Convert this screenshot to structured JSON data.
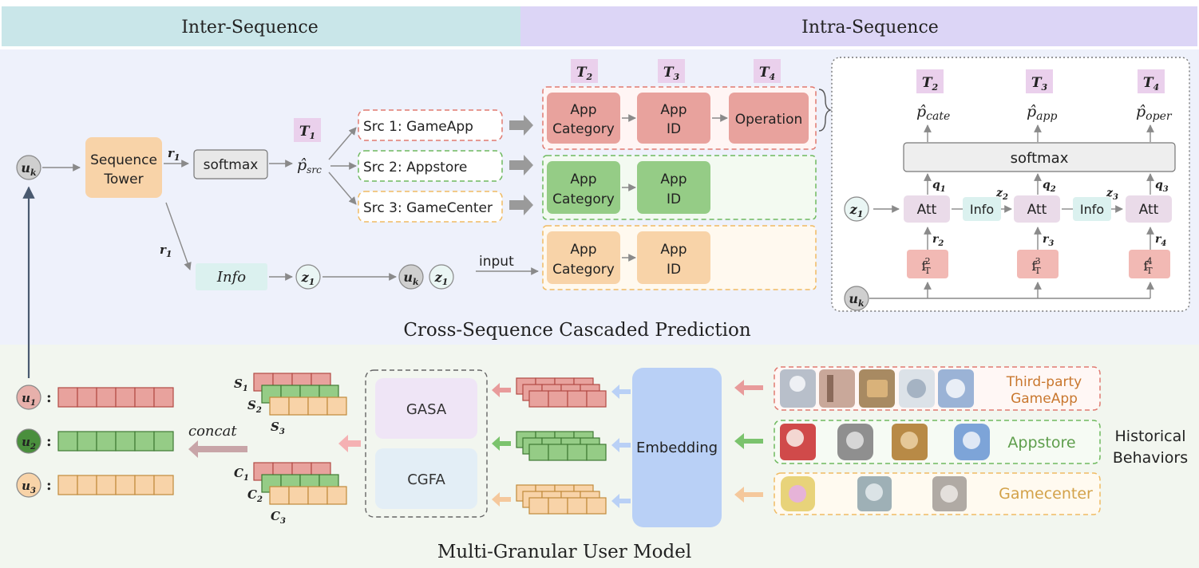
{
  "colors": {
    "inter_header": "#c9e6e9",
    "intra_header": "#dcd5f6",
    "top_panel": "#eef1fb",
    "bottom_panel": "#f2f6ef",
    "red": "#e8a29d",
    "red_border": "#e07a70",
    "green": "#95cc86",
    "green_border": "#6fb95f",
    "orange": "#f8d3a8",
    "orange_border": "#f0bb63",
    "task_badge": "#ead0ec",
    "embedding": "#b9d0f6",
    "gasa": "#efe5f6",
    "cgfa": "#e3eef6",
    "info": "#dbf1ef",
    "gray_user": "#cfcfcf"
  },
  "headers": {
    "inter": "Inter-Sequence",
    "intra": "Intra-Sequence"
  },
  "titles": {
    "top": "Cross-Sequence Cascaded Prediction",
    "bottom": "Multi-Granular User Model"
  },
  "inter": {
    "user_k": "u",
    "user_k_sub": "k",
    "tower": [
      "Sequence",
      "Tower"
    ],
    "r1": "r",
    "r1_sub": "1",
    "softmax": "softmax",
    "p_src": "p̂",
    "p_src_sub": "src",
    "t1": "T",
    "t1_sub": "1",
    "sources": [
      "Src 1: GameApp",
      "Src 2: Appstore",
      "Src 3: GameCenter"
    ],
    "info": "Info",
    "z1": "z",
    "z1_sub": "1",
    "input": "input"
  },
  "cascade": {
    "task_labels": [
      {
        "t": "T",
        "sub": "2"
      },
      {
        "t": "T",
        "sub": "3"
      },
      {
        "t": "T",
        "sub": "4"
      }
    ],
    "app_category": [
      "App",
      "Category"
    ],
    "app_id": [
      "App",
      "ID"
    ],
    "operation": "Operation"
  },
  "intra": {
    "tasks": [
      {
        "t": "T",
        "sub": "2",
        "p": "p̂",
        "psub": "cate"
      },
      {
        "t": "T",
        "sub": "3",
        "p": "p̂",
        "psub": "app"
      },
      {
        "t": "T",
        "sub": "4",
        "p": "p̂",
        "psub": "oper"
      }
    ],
    "softmax": "softmax",
    "att": "Att",
    "info": "Info",
    "q": [
      "1",
      "2",
      "3"
    ],
    "z": [
      "2",
      "3"
    ],
    "r": [
      "2",
      "3",
      "4"
    ],
    "f_sup": [
      "2",
      "3",
      "4"
    ]
  },
  "bottom": {
    "users": [
      {
        "u": "u",
        "sub": "1"
      },
      {
        "u": "u",
        "sub": "2"
      },
      {
        "u": "u",
        "sub": "3"
      }
    ],
    "concat": "concat",
    "s_labels": [
      {
        "s": "S",
        "sub": "1"
      },
      {
        "s": "S",
        "sub": "2"
      },
      {
        "s": "S",
        "sub": "3"
      }
    ],
    "c_labels": [
      {
        "s": "C",
        "sub": "1"
      },
      {
        "s": "C",
        "sub": "2"
      },
      {
        "s": "C",
        "sub": "3"
      }
    ],
    "gasa": "GASA",
    "cgfa": "CGFA",
    "embedding": "Embedding",
    "sources": [
      {
        "name": [
          "Third-party",
          "GameApp"
        ],
        "color": "#c9772e"
      },
      {
        "name": [
          "Appstore"
        ],
        "color": "#5e9e4c"
      },
      {
        "name": [
          "Gamecenter"
        ],
        "color": "#d3a24a"
      }
    ],
    "historical": [
      "Historical",
      "Behaviors"
    ]
  }
}
